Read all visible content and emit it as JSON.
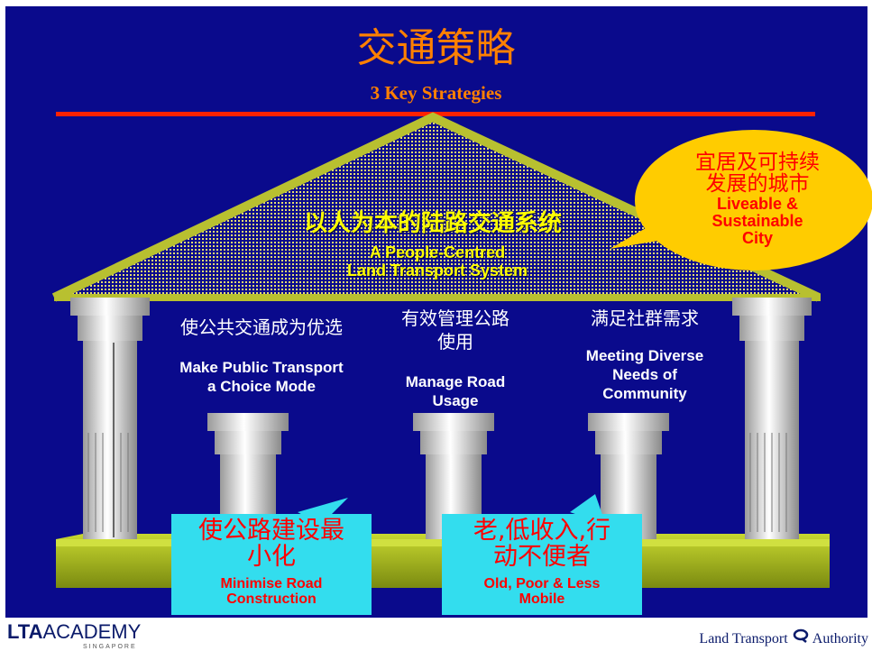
{
  "title": "交通策略",
  "subtitle": "3 Key Strategies",
  "roof": {
    "title_cn": "以人为本的陆路交通系统",
    "title_en_line1": "A People-Centred",
    "title_en_line2": "Land Transport System"
  },
  "goal": {
    "cn_line1": "宜居及可持续",
    "cn_line2": "发展的城市",
    "en_line1": "Liveable &",
    "en_line2": "Sustainable",
    "en_line3": "City"
  },
  "pillars": [
    {
      "cn": "使公共交通成为优选",
      "en_line1": "Make Public Transport",
      "en_line2": "a Choice Mode"
    },
    {
      "cn_line1": "有效管理公路",
      "cn_line2": "使用",
      "en_line1": "Manage Road",
      "en_line2": "Usage"
    },
    {
      "cn": "满足社群需求",
      "en_line1": "Meeting Diverse",
      "en_line2": "Needs of",
      "en_line3": "Community"
    }
  ],
  "callouts": [
    {
      "cn_line1": "使公路建设最",
      "cn_line2": "小化",
      "en_line1": "Minimise Road",
      "en_line2": "Construction"
    },
    {
      "cn_line1": "老,低收入,行",
      "cn_line2": "动不便者",
      "en_line1": "Old, Poor & Less",
      "en_line2": "Mobile"
    }
  ],
  "footer": {
    "logo_left_bold": "LTA",
    "logo_left_rest": "ACADEMY",
    "logo_left_sub": "SINGAPORE",
    "logo_right_a": "Land Transport",
    "logo_right_b": "Authority"
  },
  "colors": {
    "background": "#0a0a8c",
    "title": "#ff8000",
    "accent_line": "#ff2200",
    "roof_text": "#ffff00",
    "cloud": "#ffcc00",
    "callout": "#33ddee",
    "callout_text": "#ff0000",
    "base": "#a8b820"
  }
}
